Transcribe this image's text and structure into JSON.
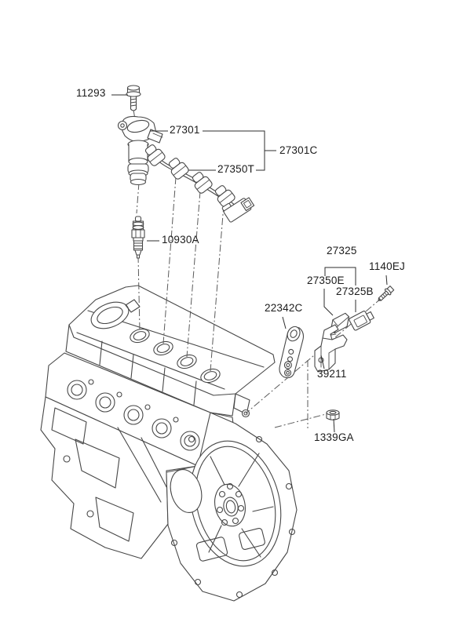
{
  "diagram": {
    "kind": "engine-parts-diagram",
    "subject": "Spark plug and ignition coil",
    "line_color": "#474747",
    "label_color": "#1b1b1b",
    "background_color": "#ffffff",
    "parts": [
      {
        "code": "11293"
      },
      {
        "code": "27301"
      },
      {
        "code": "27301C"
      },
      {
        "code": "27350T"
      },
      {
        "code": "10930A"
      },
      {
        "code": "27325"
      },
      {
        "code": "27350E"
      },
      {
        "code": "27325B"
      },
      {
        "code": "1140EJ"
      },
      {
        "code": "22342C"
      },
      {
        "code": "39211"
      },
      {
        "code": "1339GA"
      }
    ]
  }
}
